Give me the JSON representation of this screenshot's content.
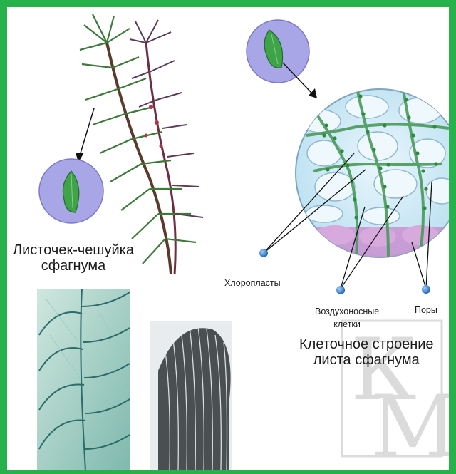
{
  "labels": {
    "leaf_scale_line1": "Листочек-чешуйка",
    "leaf_scale_line2": "сфагнума",
    "chloroplasts": "Хлоропласты",
    "air_cells_line1": "Воздухоносные",
    "air_cells_line2": "клетки",
    "pores": "Поры",
    "cell_structure_line1": "Клеточное строение",
    "cell_structure_line2": "листа сфагнума"
  },
  "colors": {
    "frame": "#27b14a",
    "leaf_green": "#3fa34a",
    "circle_fill": "#a9a6e8",
    "cell_fill": "#d7eef8",
    "chloroplast": "#2e8b3c",
    "pore_purple": "#b46ab4",
    "pointer_dot": "#2f7fd0"
  },
  "watermark": "КМ"
}
